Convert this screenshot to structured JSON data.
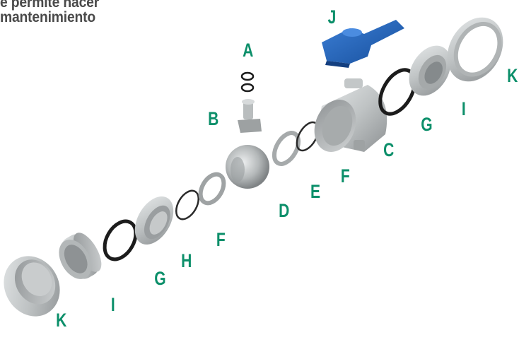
{
  "heading": {
    "line1": "e permite hacer",
    "line2": "mantenimiento"
  },
  "labels": {
    "a": "A",
    "b": "B",
    "c": "C",
    "d": "D",
    "e": "E",
    "f_right": "F",
    "f_left": "F",
    "g_right": "G",
    "g_left": "G",
    "h": "H",
    "i_right": "I",
    "i_left": "I",
    "j": "J",
    "k_right": "K",
    "k_left": "K"
  },
  "colors": {
    "label": "#0c8f6a",
    "heading": "#4a4a4a",
    "handle": "#1f5fb8",
    "pvc_gray": "#b9bdbe",
    "oring": "#1c1c1c"
  }
}
